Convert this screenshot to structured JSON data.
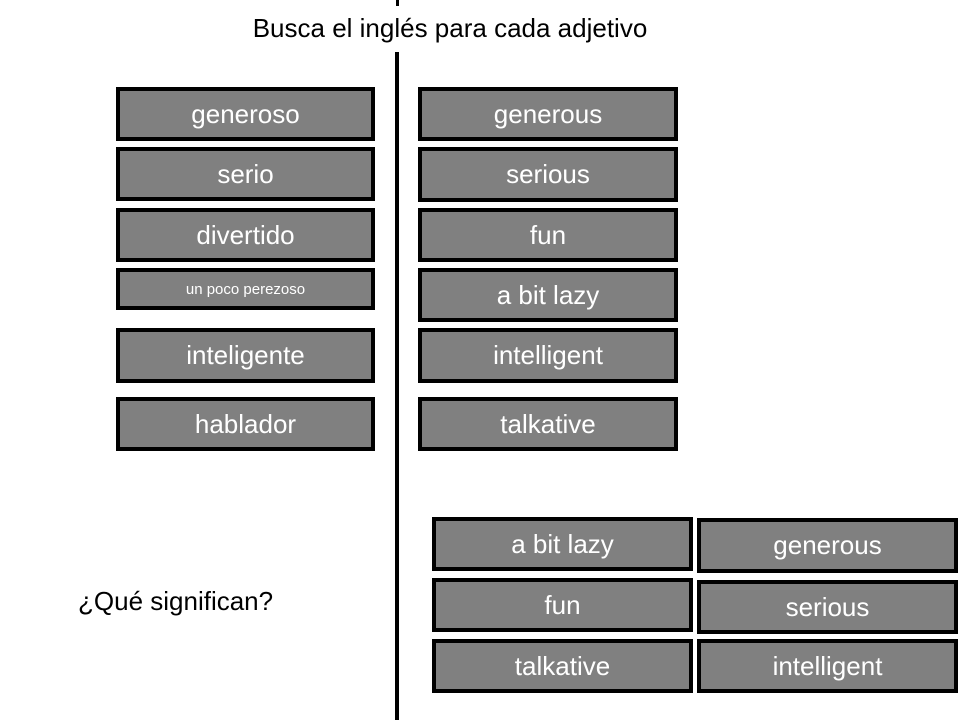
{
  "title": "Busca el inglés para cada adjetivo",
  "question": "¿Qué significan?",
  "spanish_words": [
    "generoso",
    "serio",
    "divertido",
    "un poco perezoso",
    "inteligente",
    "hablador"
  ],
  "english_words": [
    "generous",
    "serious",
    "fun",
    "a bit lazy",
    "intelligent",
    "talkative"
  ],
  "extra_cards_left": [
    "a bit lazy",
    "fun",
    "talkative"
  ],
  "extra_cards_right": [
    "generous",
    "serious",
    "intelligent"
  ]
}
